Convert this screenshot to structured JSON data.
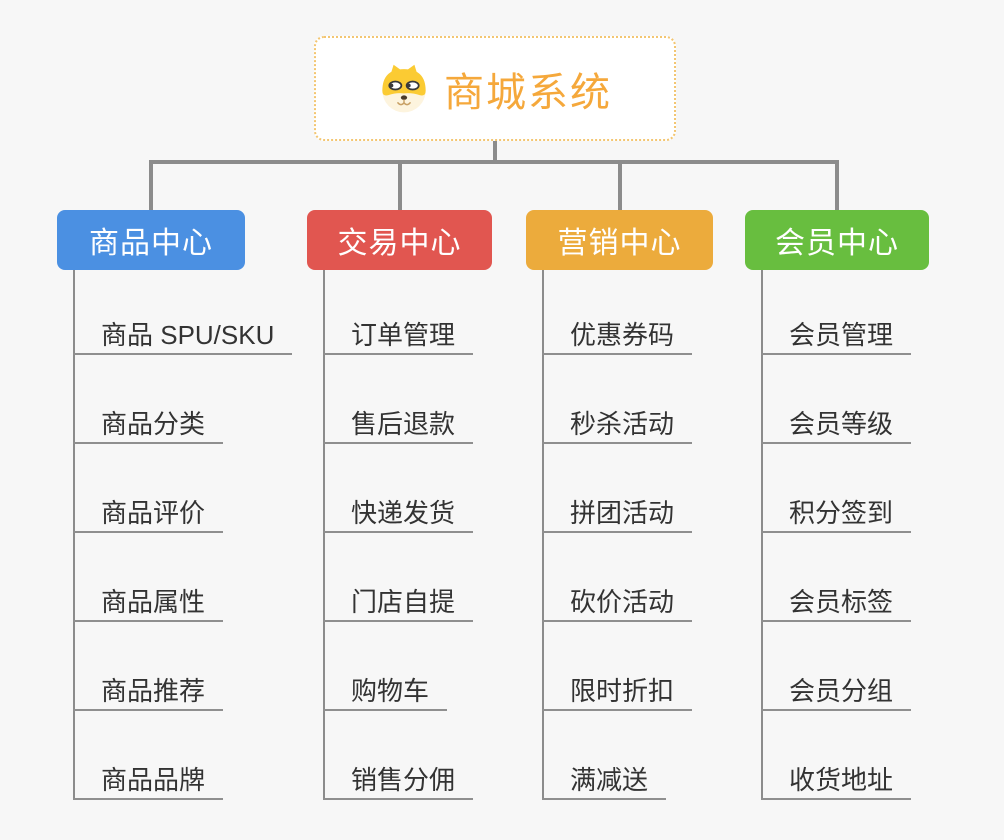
{
  "root": {
    "title": "商城系统",
    "title_color": "#f5a83b",
    "border_color": "#f3c672",
    "icon": "dog-face-icon"
  },
  "connector_color": "#8c8c8c",
  "branches": [
    {
      "label": "商品中心",
      "color": "#4b90e2",
      "items": [
        "商品 SPU/SKU",
        "商品分类",
        "商品评价",
        "商品属性",
        "商品推荐",
        "商品品牌"
      ]
    },
    {
      "label": "交易中心",
      "color": "#e15650",
      "items": [
        "订单管理",
        "售后退款",
        "快递发货",
        "门店自提",
        "购物车",
        "销售分佣"
      ]
    },
    {
      "label": "营销中心",
      "color": "#ecab3c",
      "items": [
        "优惠券码",
        "秒杀活动",
        "拼团活动",
        "砍价活动",
        "限时折扣",
        "满减送"
      ]
    },
    {
      "label": "会员中心",
      "color": "#68be3f",
      "items": [
        "会员管理",
        "会员等级",
        "积分签到",
        "会员标签",
        "会员分组",
        "收货地址"
      ]
    }
  ]
}
